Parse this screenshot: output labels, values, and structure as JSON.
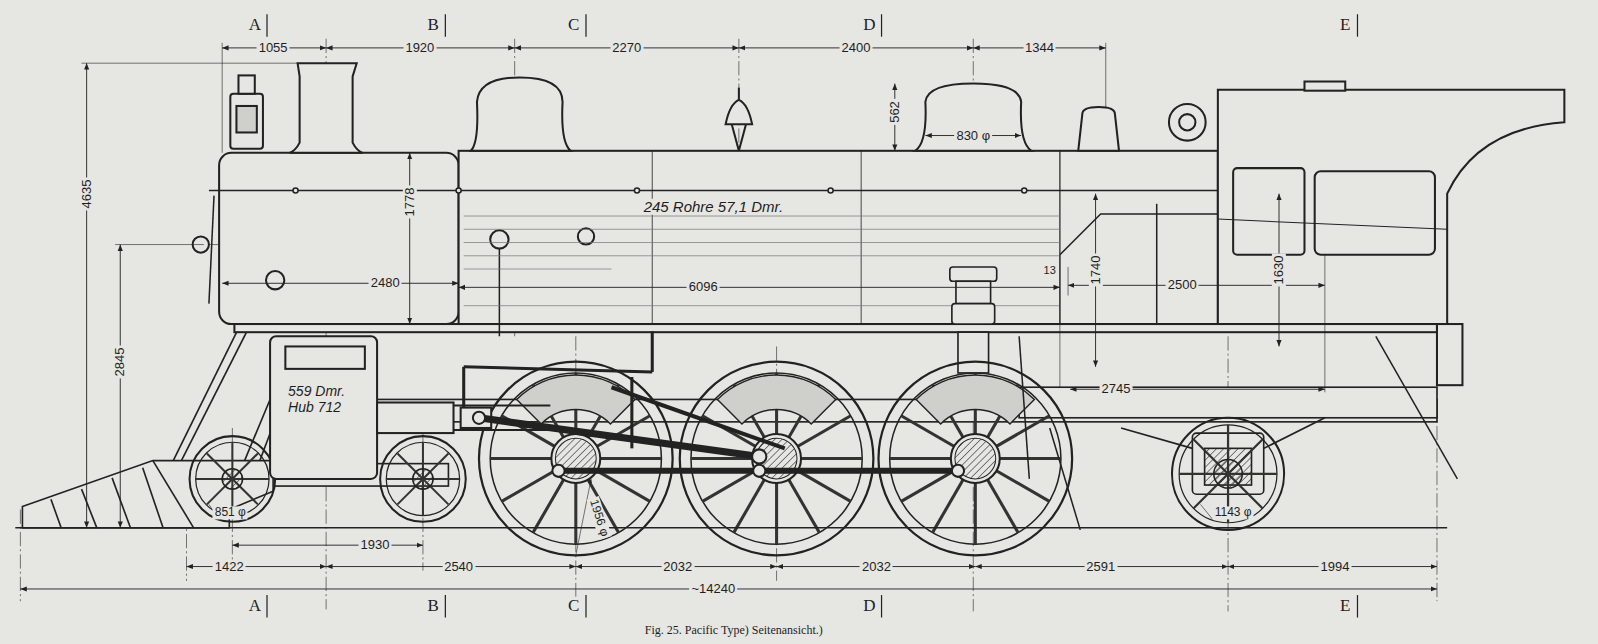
{
  "diagram": {
    "caption": "Fig. 25. Pacific Type) Seitenansicht.)",
    "labels": [
      "A",
      "B",
      "C",
      "D",
      "E",
      "1055",
      "1920",
      "2270",
      "2400",
      "1344",
      "562",
      "830 φ",
      "4635",
      "1778",
      "245 Rohre 57,1 Dmr.",
      "2480",
      "6096",
      "13",
      "1740",
      "2500",
      "1630",
      "2845",
      "559 Dmr. Hub 712",
      "2745",
      "1956 φ",
      "851 φ",
      "1143 φ",
      "1930",
      "1422",
      "2540",
      "2032",
      "2032",
      "2591",
      "1994",
      "~14240",
      "A",
      "B",
      "C",
      "D",
      "E"
    ]
  }
}
